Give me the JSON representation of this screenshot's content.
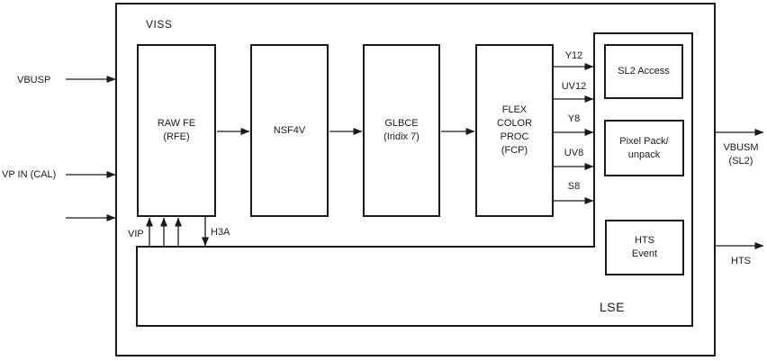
{
  "viss_label": "VISS",
  "lse_label": "LSE",
  "blocks": {
    "rfe": "RAW FE\n(RFE)",
    "nsf4v": "NSF4V",
    "glbce": "GLBCE\n(Iridix 7)",
    "fcp": "FLEX\nCOLOR\nPROC\n(FCP)",
    "sl2_access": "SL2 Access",
    "pixel_pack": "Pixel Pack/\nunpack",
    "hts_event": "HTS\nEvent"
  },
  "inputs": {
    "vbusp": "VBUSP",
    "vp_in_cal": "VP IN (CAL)"
  },
  "outputs": {
    "vbusm": "VBUSM\n(SL2)",
    "hts": "HTS"
  },
  "fcp_output_signals": [
    "Y12",
    "UV12",
    "Y8",
    "UV8",
    "S8"
  ],
  "internal_signals": {
    "vip": "VIP",
    "h3a": "H3A"
  },
  "colors": {
    "line": "#1a1a1a",
    "background": "#ffffff"
  }
}
